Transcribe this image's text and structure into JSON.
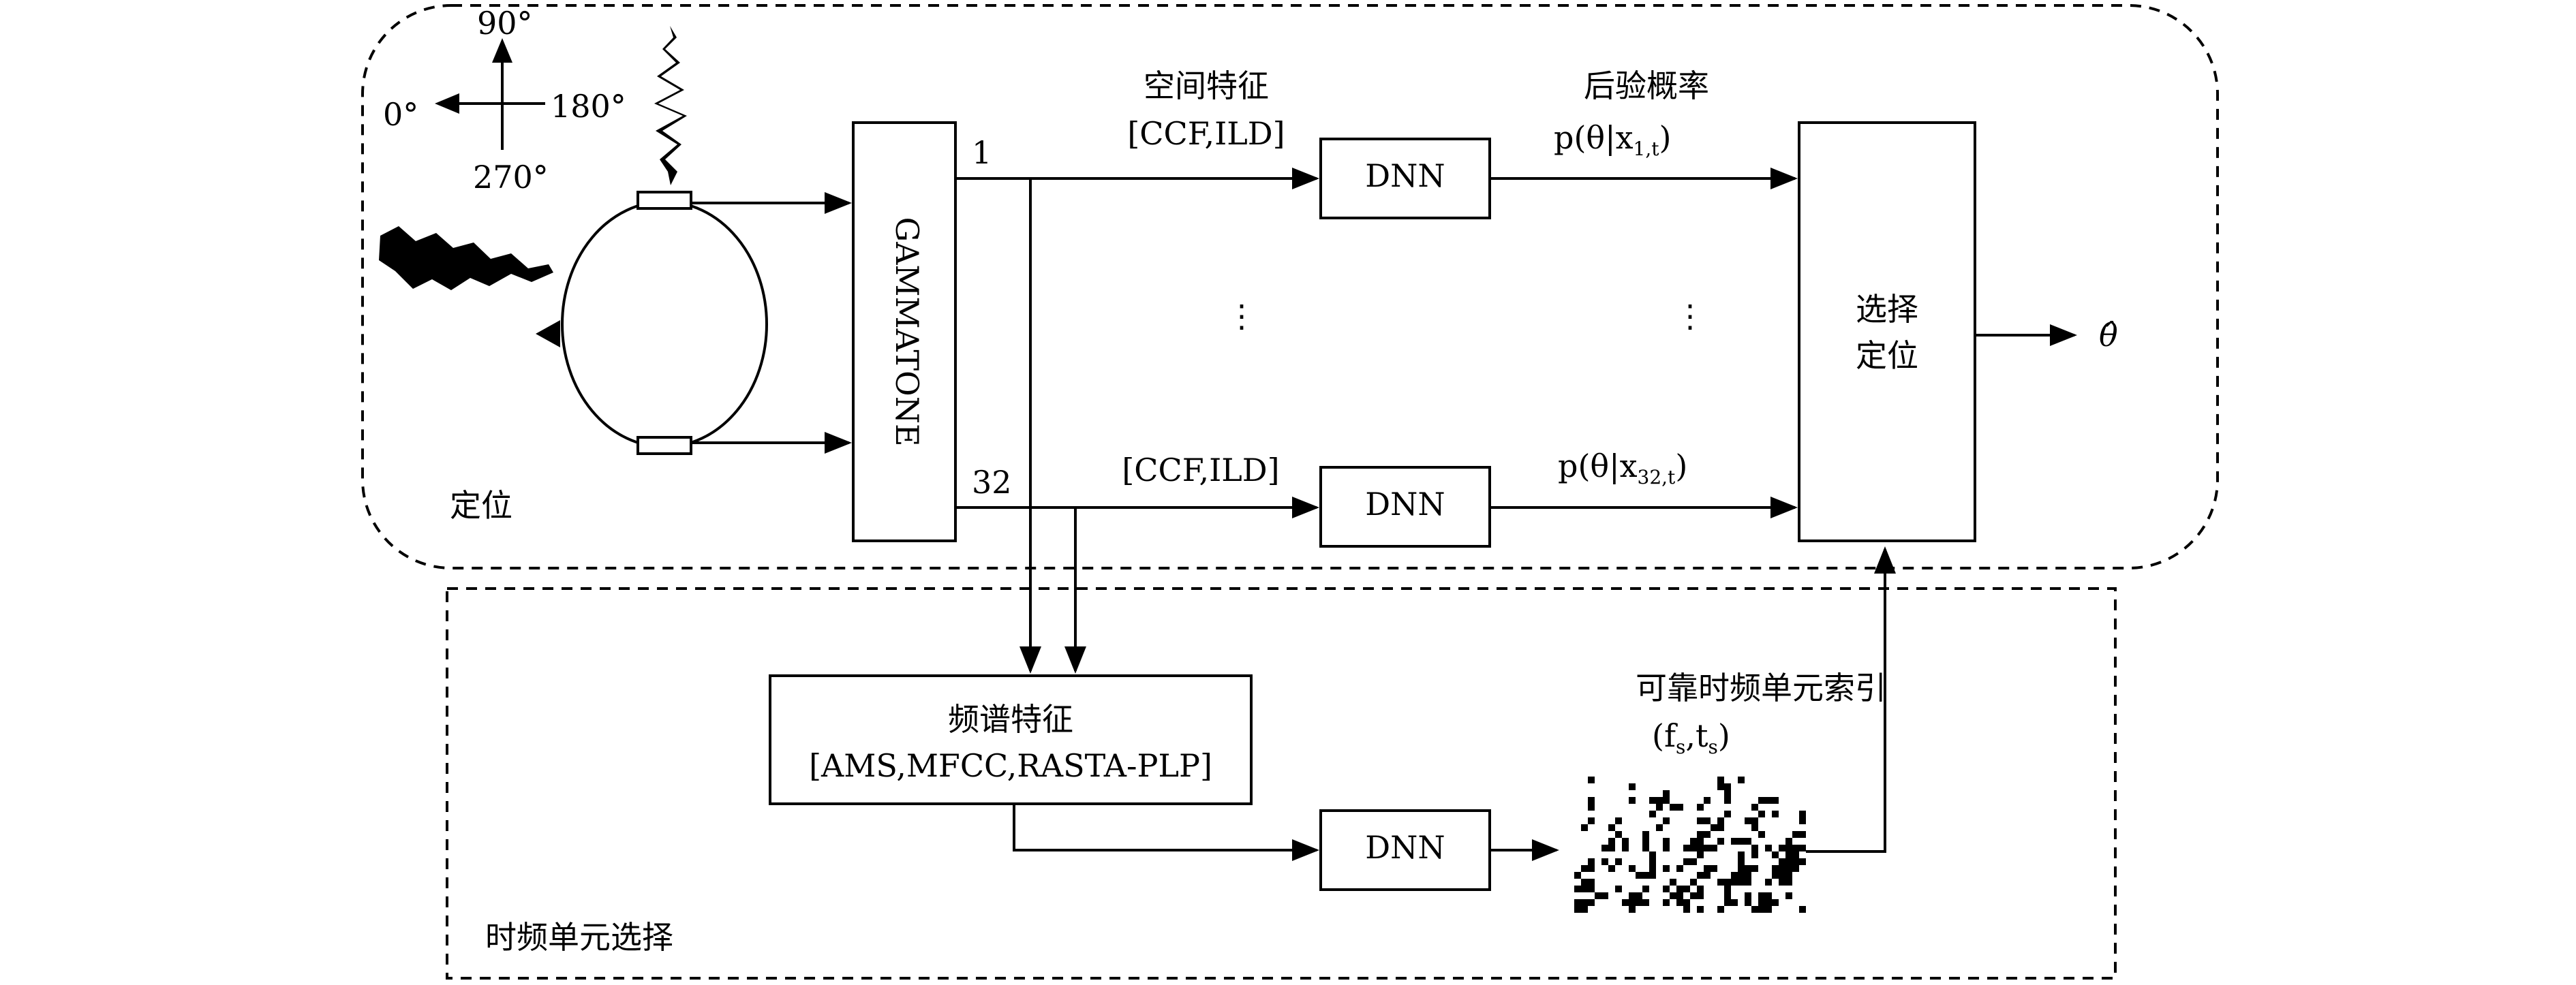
{
  "regions": {
    "localization": "定位",
    "tf_selection": "时频单元选择"
  },
  "compass": {
    "deg90": "90°",
    "deg0": "0°",
    "deg180": "180°",
    "deg270": "270°"
  },
  "gammatone": {
    "label": "GAMMATONE"
  },
  "channels": {
    "first": "1",
    "last": "32"
  },
  "spatial": {
    "title": "空间特征",
    "features_top": "[CCF,ILD]",
    "features_bottom": "[CCF,ILD]"
  },
  "posterior": {
    "title": "后验概率",
    "top_main": "p(θ|x",
    "top_sub": "1,t",
    "bottom_main": "p(θ|x",
    "bottom_sub": "32,t",
    "close": ")"
  },
  "dnn": {
    "top": "DNN",
    "bottom": "DNN",
    "spectral": "DNN"
  },
  "ellipsis": "⋮",
  "select_box": {
    "line1": "选择",
    "line2": "定位"
  },
  "output": {
    "symbol": "θ̂"
  },
  "spectral": {
    "title": "频谱特征",
    "features": "[AMS,MFCC,RASTA-PLP]"
  },
  "reliable_units": {
    "title": "可靠时频单元索引",
    "index": "(f",
    "index_sub": "s",
    "index_sep": ",t",
    "index_sub2": "s",
    "index_close": ")"
  }
}
